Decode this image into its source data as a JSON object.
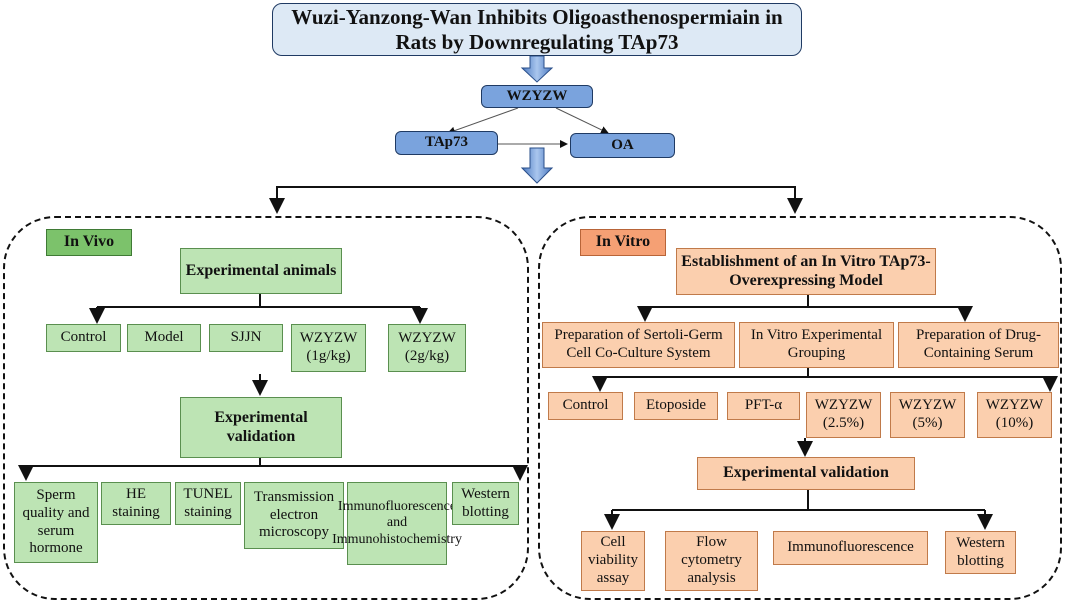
{
  "title": "Wuzi-Yanzong-Wan Inhibits Oligoasthenospermiain in Rats by Downregulating TAp73",
  "top": {
    "wzyzw": "WZYZW",
    "tap73": "TAp73",
    "oa": "OA"
  },
  "in_vivo": {
    "tag": "In Vivo",
    "animals": "Experimental animals",
    "groups": [
      "Control",
      "Model",
      "SJJN",
      "WZYZW (1g/kg)",
      "WZYZW (2g/kg)"
    ],
    "validation": "Experimental validation",
    "methods": [
      "Sperm quality and serum hormone",
      "HE staining",
      "TUNEL staining",
      "Transmission electron microscopy",
      "Immunofluorescence and Immunohistochemistry",
      "Western blotting"
    ]
  },
  "in_vitro": {
    "tag": "In Vitro",
    "model": "Establishment of an In Vitro TAp73-Overexpressing Model",
    "prep": [
      "Preparation of Sertoli-Germ Cell Co-Culture System",
      "In Vitro Experimental Grouping",
      "Preparation of Drug-Containing Serum"
    ],
    "groups": [
      "Control",
      "Etoposide",
      "PFT-α",
      "WZYZW (2.5%)",
      "WZYZW (5%)",
      "WZYZW (10%)"
    ],
    "validation": "Experimental validation",
    "methods": [
      "Cell viability assay",
      "Flow cytometry analysis",
      "Immunofluorescence",
      "Western blotting"
    ]
  },
  "colors": {
    "blue": "#7aa3dd",
    "green": "#bde4b4",
    "green_tag": "#7cc26b",
    "orange": "#fbcfae",
    "orange_tag": "#f5a074"
  }
}
